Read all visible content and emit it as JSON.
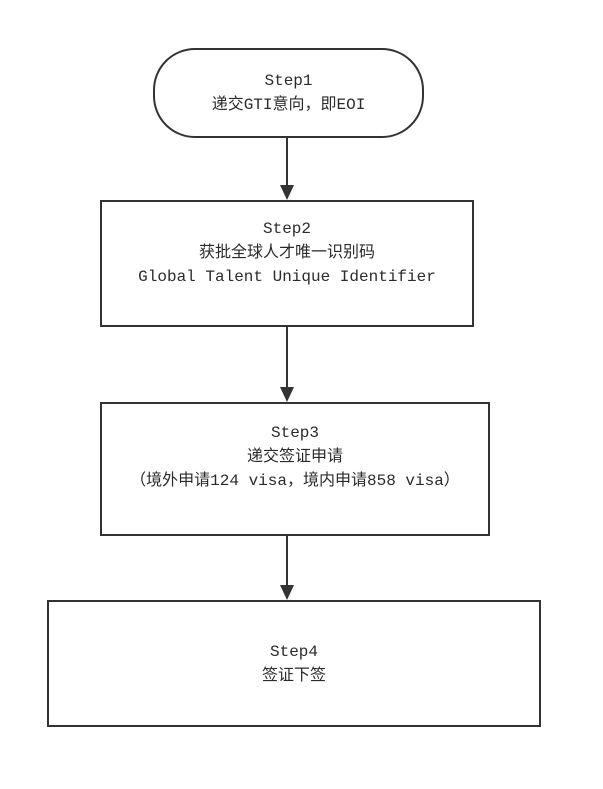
{
  "diagram": {
    "type": "flowchart",
    "direction": "top-down",
    "colors": {
      "stroke": "#333333",
      "text": "#2b2b2b",
      "background": "#ffffff"
    },
    "nodes": [
      {
        "id": "step1",
        "shape": "stadium",
        "lines": [
          "Step1",
          "递交GTI意向，即EOI"
        ]
      },
      {
        "id": "step2",
        "shape": "rectangle",
        "lines": [
          "Step2",
          "获批全球人才唯一识别码",
          "Global Talent Unique Identifier"
        ]
      },
      {
        "id": "step3",
        "shape": "rectangle",
        "lines": [
          "Step3",
          "递交签证申请",
          "（境外申请124 visa，境内申请858 visa）"
        ]
      },
      {
        "id": "step4",
        "shape": "rectangle",
        "lines": [
          "Step4",
          "签证下签"
        ]
      }
    ],
    "edges": [
      {
        "from": "step1",
        "to": "step2",
        "style": "arrow-down"
      },
      {
        "from": "step2",
        "to": "step3",
        "style": "arrow-down"
      },
      {
        "from": "step3",
        "to": "step4",
        "style": "arrow-down"
      }
    ]
  }
}
